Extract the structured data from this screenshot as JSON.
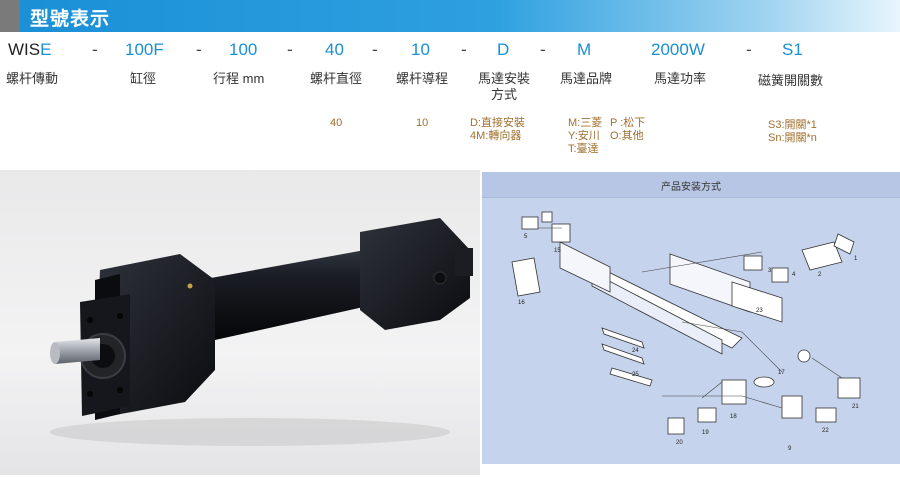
{
  "header": {
    "title": "型號表示",
    "accent_color": "#1a8fd6"
  },
  "model_code": {
    "segments": [
      {
        "prefix": "WIS",
        "suffix": "E"
      },
      {
        "text": "100F"
      },
      {
        "text": "100"
      },
      {
        "text": "40"
      },
      {
        "text": "10"
      },
      {
        "text": "D"
      },
      {
        "text": "M"
      },
      {
        "text": "2000W"
      },
      {
        "text": "S1"
      }
    ],
    "separator": "-"
  },
  "labels": {
    "screw_drive": "螺杆傳動",
    "bore": "缸徑",
    "stroke": "行程 mm",
    "screw_diameter": "螺杆直徑",
    "screw_lead": "螺杆導程",
    "motor_mount_line1": "馬達安裝",
    "motor_mount_line2": "方式",
    "motor_brand": "馬達品牌",
    "motor_power": "馬達功率",
    "magnetic_switch": "磁簧開關數"
  },
  "options": {
    "screw_diameter": "40",
    "screw_lead": "10",
    "motor_mount": [
      "D:直接安裝",
      "4M:轉向器"
    ],
    "motor_brand_left": [
      "M:三菱",
      "Y:安川",
      "T:臺達"
    ],
    "motor_brand_right": [
      "P :松下",
      "O:其他"
    ],
    "magnetic_switch": [
      "S3:開關*1",
      "Sn:開關*n"
    ]
  },
  "diagram": {
    "title": "产品安装方式",
    "part_numbers": [
      "1",
      "2",
      "3",
      "4",
      "5",
      "9",
      "15",
      "16",
      "17",
      "18",
      "19",
      "20",
      "21",
      "22",
      "23",
      "24",
      "25"
    ]
  },
  "colors": {
    "blue_code": "#1a8fd6",
    "option_text": "#a07030",
    "diagram_bg": "#c6d3ec"
  }
}
